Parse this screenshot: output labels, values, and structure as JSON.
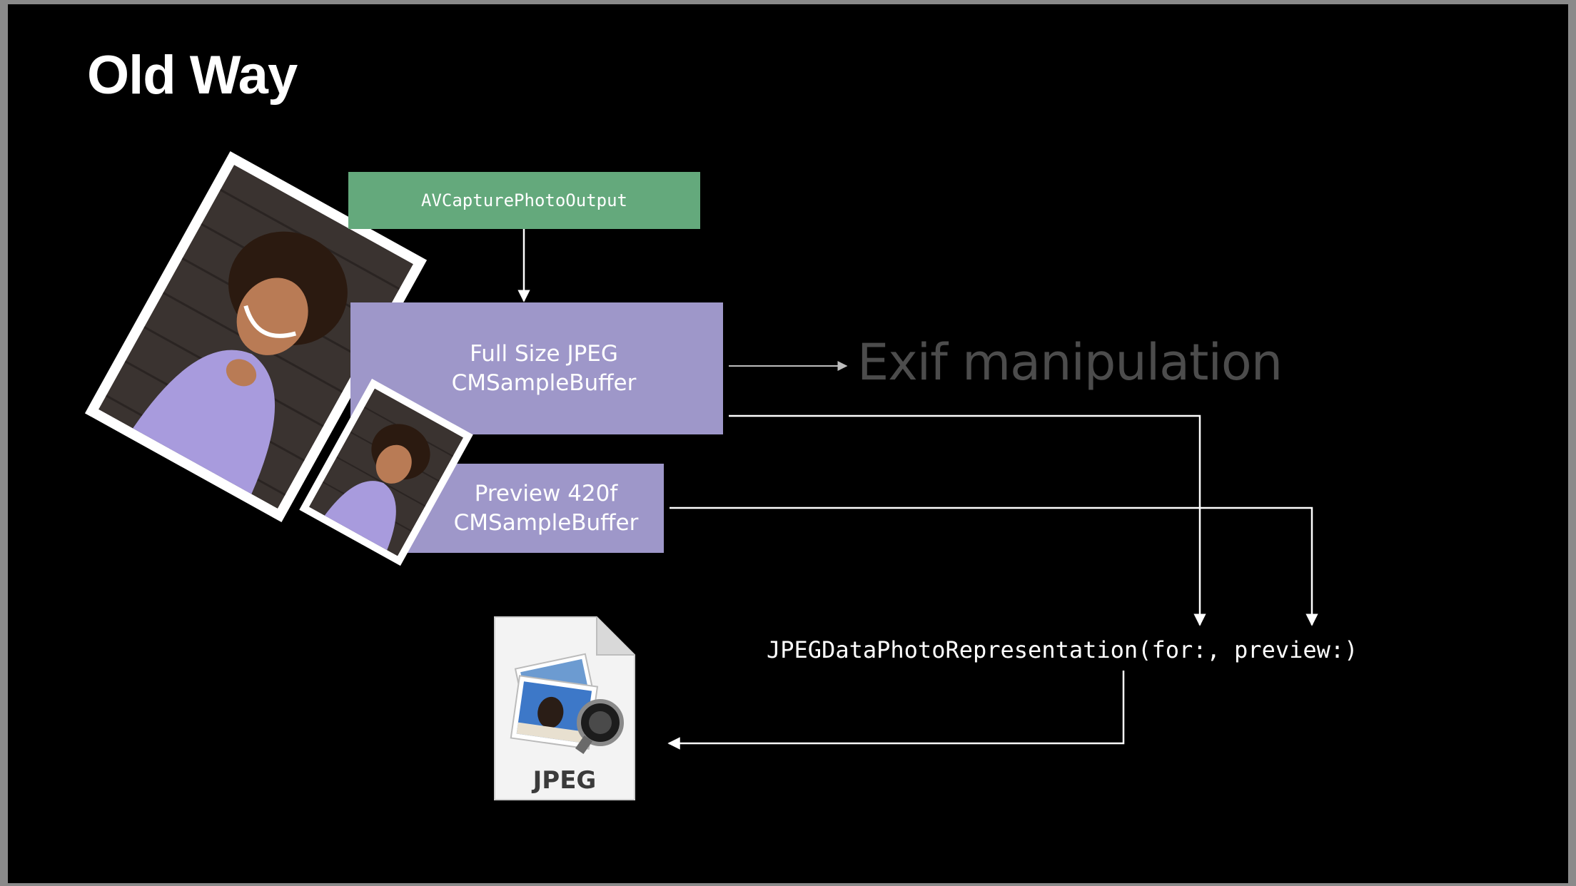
{
  "slide": {
    "title": "Old Way"
  },
  "diagram": {
    "output_node": "AVCapturePhotoOutput",
    "full_size_node": {
      "line1": "Full Size JPEG",
      "line2": "CMSampleBuffer"
    },
    "preview_node": {
      "line1": "Preview 420f",
      "line2": "CMSampleBuffer"
    },
    "exif_label": "Exif manipulation",
    "api_call": "JPEGDataPhotoRepresentation(for:, preview:)",
    "jpeg_file_label": "JPEG"
  },
  "colors": {
    "background": "#000000",
    "output_node": "#64a97c",
    "buffer_node": "#9e97c9",
    "exif_text": "#4c4c4c",
    "arrow": "#ffffff"
  },
  "icons": {
    "full_photo": "child-portrait-photo",
    "preview_photo": "child-portrait-thumbnail",
    "jpeg_file": "jpeg-document-icon"
  }
}
